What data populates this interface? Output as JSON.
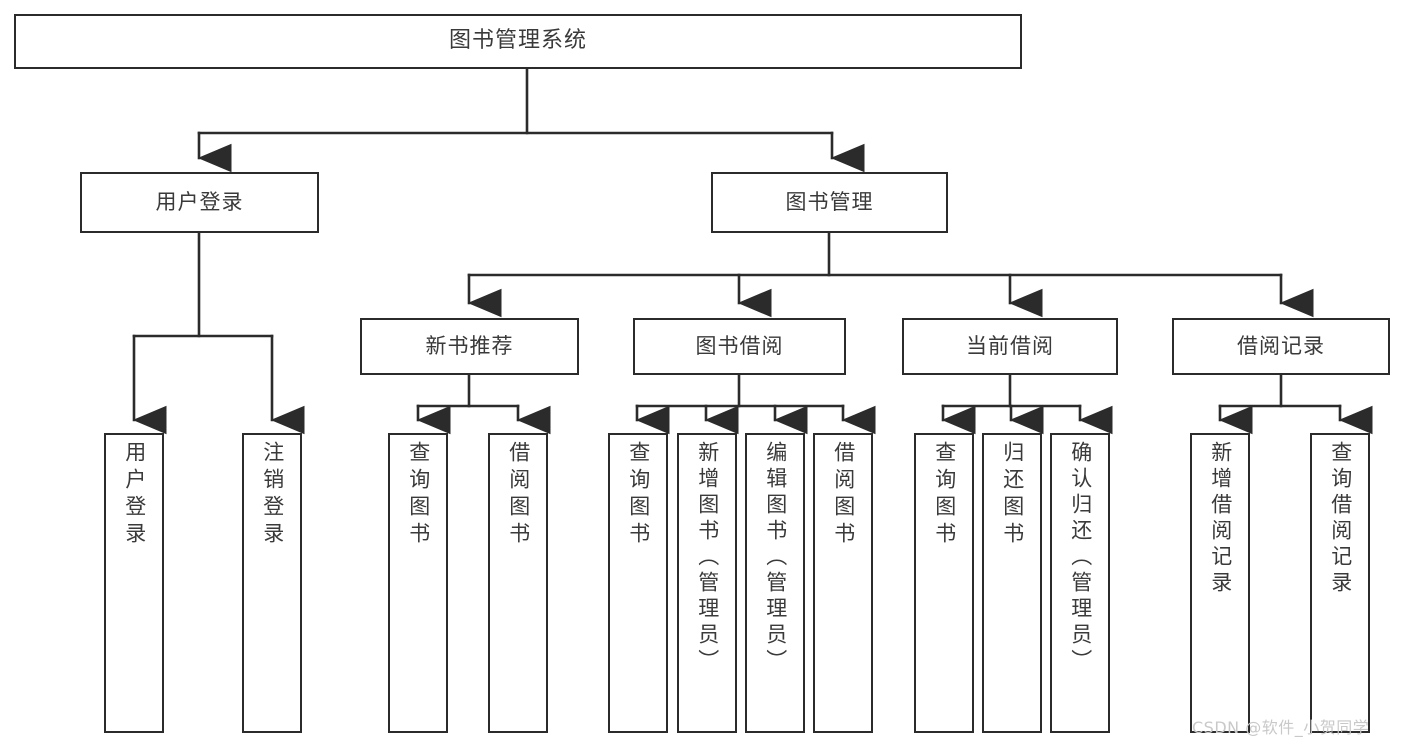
{
  "diagram": {
    "type": "tree-hierarchy",
    "title": "图书管理系统",
    "root": {
      "id": "root",
      "label": "图书管理系统"
    },
    "level2": [
      {
        "id": "user-login",
        "label": "用户登录"
      },
      {
        "id": "book-manage",
        "label": "图书管理"
      }
    ],
    "level3": [
      {
        "id": "new-book-recommend",
        "label": "新书推荐"
      },
      {
        "id": "book-borrow",
        "label": "图书借阅"
      },
      {
        "id": "current-borrow",
        "label": "当前借阅"
      },
      {
        "id": "borrow-record",
        "label": "借阅记录"
      }
    ],
    "leaves": [
      {
        "id": "leaf-user-login",
        "label": "用户登录",
        "parent": "user-login"
      },
      {
        "id": "leaf-user-logout",
        "label": "注销登录",
        "parent": "user-login"
      },
      {
        "id": "leaf-query-book-1",
        "label": "查询图书",
        "parent": "new-book-recommend"
      },
      {
        "id": "leaf-borrow-book-1",
        "label": "借阅图书",
        "parent": "new-book-recommend"
      },
      {
        "id": "leaf-query-book-2",
        "label": "查询图书",
        "parent": "book-borrow"
      },
      {
        "id": "leaf-add-book",
        "label": "新增图书（管理员）",
        "parent": "book-borrow"
      },
      {
        "id": "leaf-edit-book",
        "label": "编辑图书（管理员）",
        "parent": "book-borrow"
      },
      {
        "id": "leaf-borrow-book-2",
        "label": "借阅图书",
        "parent": "book-borrow"
      },
      {
        "id": "leaf-query-book-3",
        "label": "查询图书",
        "parent": "current-borrow"
      },
      {
        "id": "leaf-return-book",
        "label": "归还图书",
        "parent": "current-borrow"
      },
      {
        "id": "leaf-confirm-return",
        "label": "确认归还（管理员）",
        "parent": "current-borrow"
      },
      {
        "id": "leaf-add-record",
        "label": "新增借阅记录",
        "parent": "borrow-record"
      },
      {
        "id": "leaf-query-record",
        "label": "查询借阅记录",
        "parent": "borrow-record"
      }
    ],
    "colors": {
      "stroke": "#2b2b2b",
      "text": "#3a3a3a",
      "background": "#ffffff",
      "watermark": "#c9c9c9"
    }
  },
  "watermark": {
    "text": "CSDN @软件_小贺同学"
  }
}
